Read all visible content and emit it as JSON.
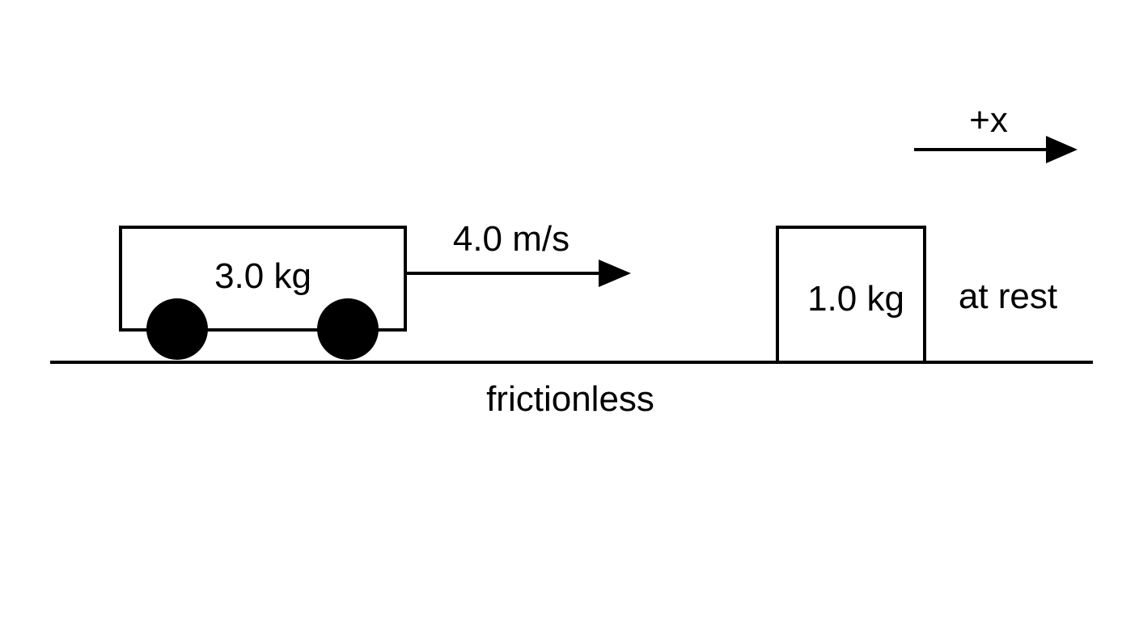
{
  "cart": {
    "mass_label": "3.0 kg",
    "velocity_label": "4.0 m/s"
  },
  "block": {
    "mass_label": "1.0 kg",
    "state_label": "at rest"
  },
  "surface": {
    "label": "frictionless"
  },
  "axis": {
    "label": "+x"
  },
  "colors": {
    "stroke": "#000000",
    "background": "#ffffff"
  }
}
